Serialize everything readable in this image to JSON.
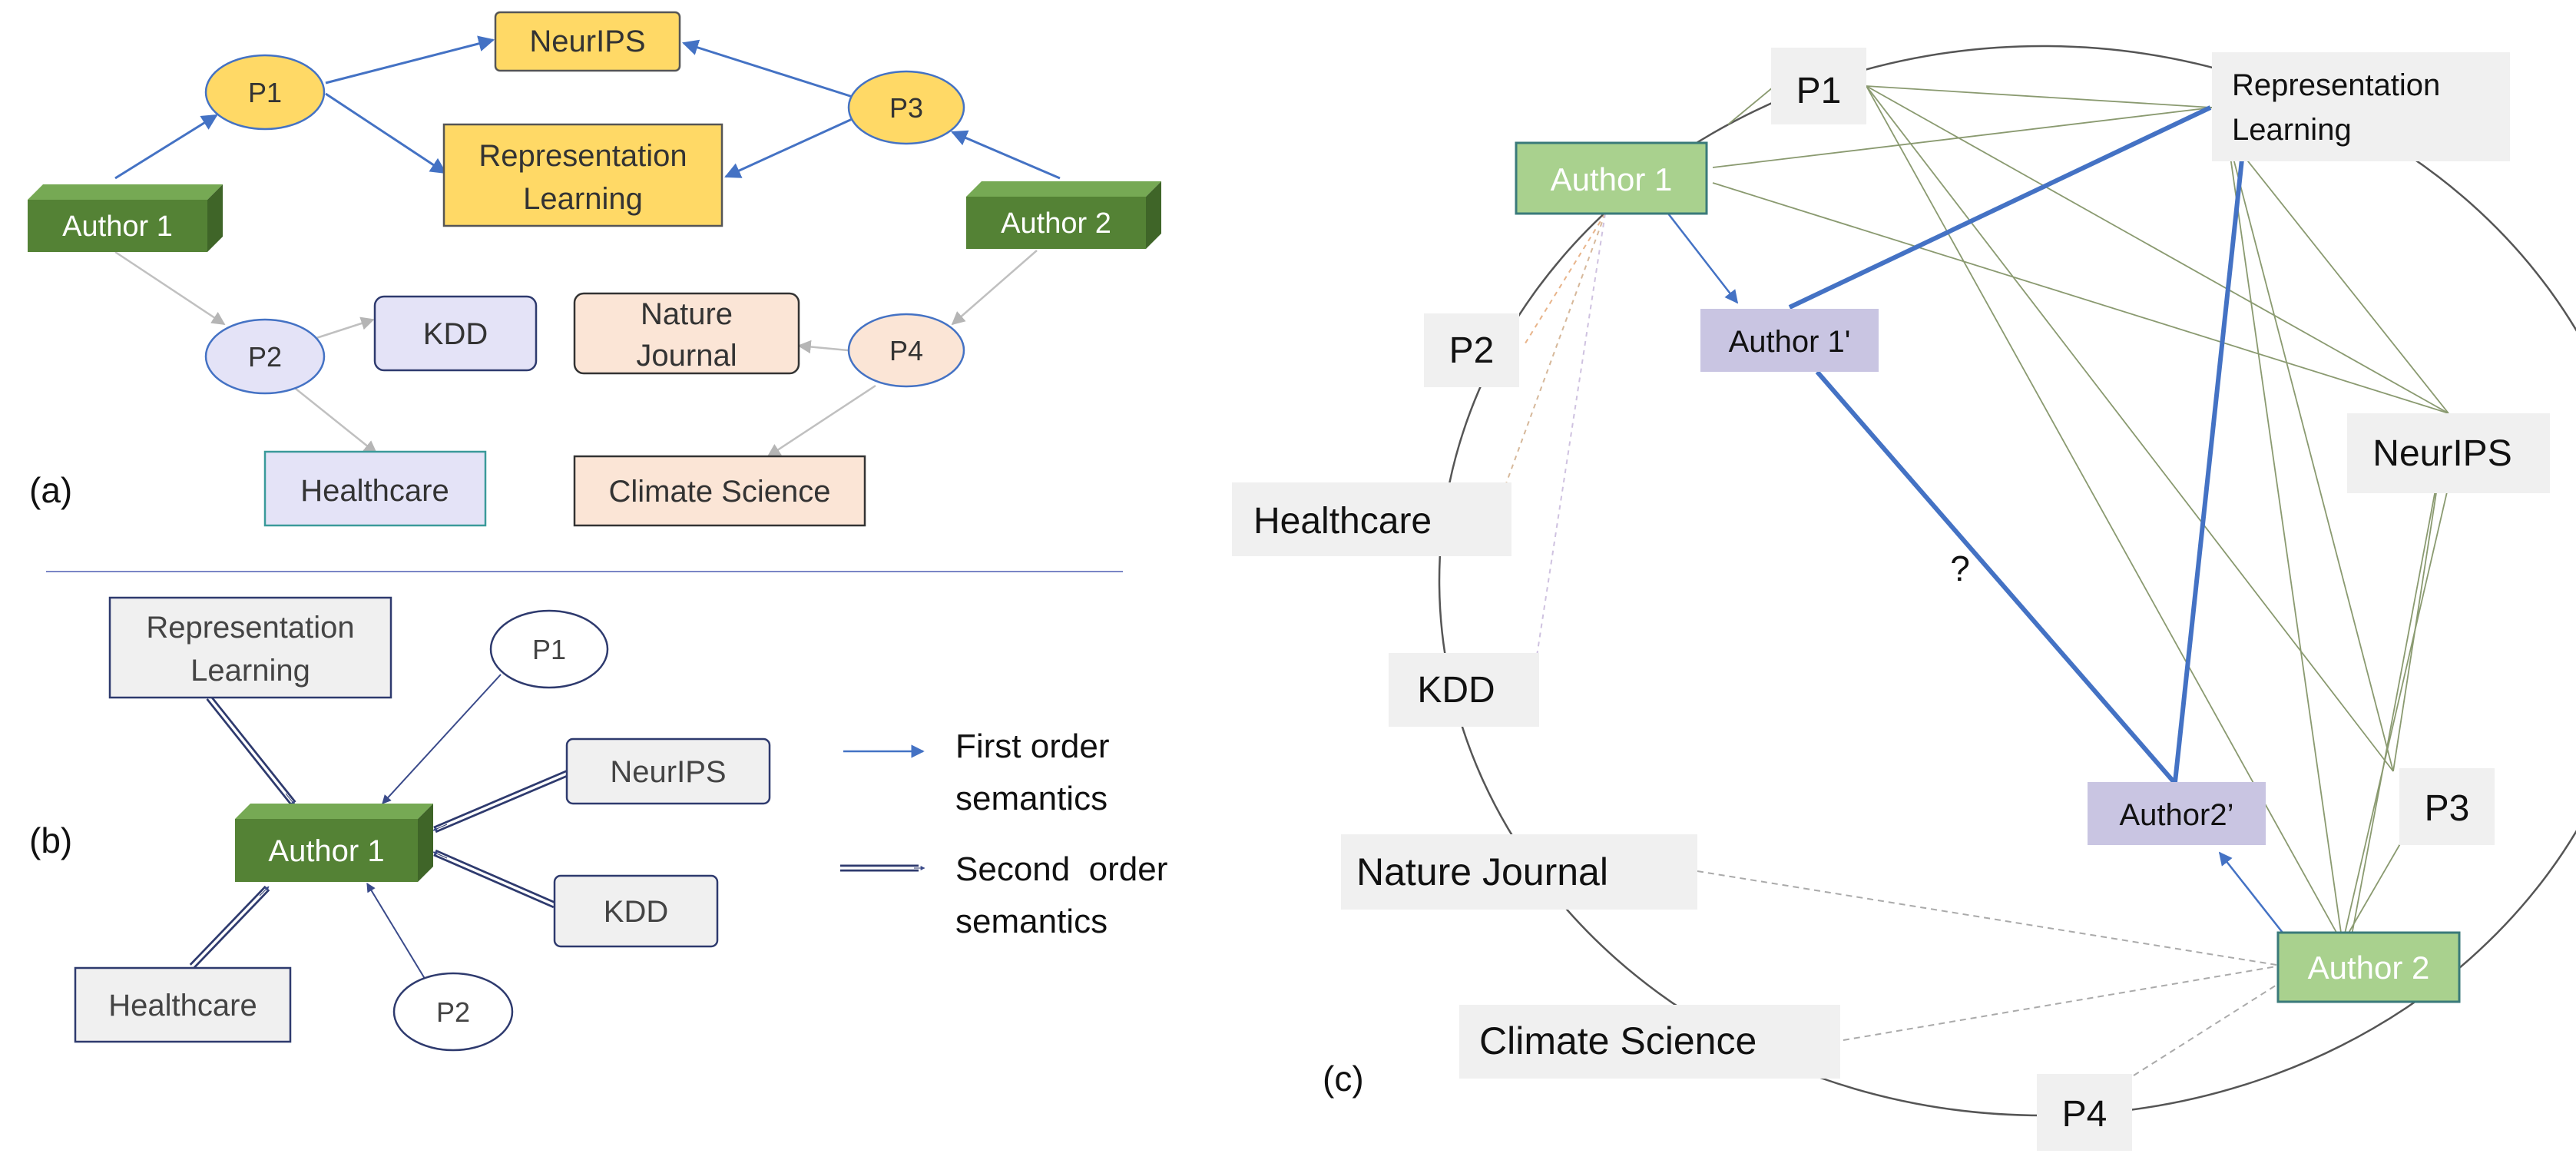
{
  "panel_a": {
    "label": "(a)",
    "author1": "Author 1",
    "author2": "Author 2",
    "p1": "P1",
    "p2": "P2",
    "p3": "P3",
    "p4": "P4",
    "neurips": "NeurIPS",
    "rep_learning_line1": "Representation",
    "rep_learning_line2": "Learning",
    "kdd": "KDD",
    "nature_journal_line1": "Nature",
    "nature_journal_line2": "Journal",
    "healthcare": "Healthcare",
    "climate_science": "Climate Science"
  },
  "panel_b": {
    "label": "(b)",
    "author1": "Author 1",
    "rep_learning_line1": "Representation",
    "rep_learning_line2": "Learning",
    "p1": "P1",
    "p2": "P2",
    "neurips": "NeurIPS",
    "kdd": "KDD",
    "healthcare": "Healthcare",
    "legend_first_line1": "First order",
    "legend_first_line2": "semantics",
    "legend_second_line1": "Second  order",
    "legend_second_line2": "semantics"
  },
  "panel_c": {
    "label": "(c)",
    "p1": "P1",
    "rep_learning_line1": "Representation",
    "rep_learning_line2": "Learning",
    "author1": "Author 1",
    "author1_prime": "Author 1'",
    "p2": "P2",
    "neurips": "NeurIPS",
    "healthcare": "Healthcare",
    "question": "?",
    "kdd": "KDD",
    "p3": "P3",
    "author2_prime": "Author2’",
    "nature_journal": "Nature Journal",
    "author2": "Author 2",
    "climate_science": "Climate Science",
    "p4": "P4"
  },
  "colors": {
    "author_green": "#548235",
    "author_light_green": "#a9d18e",
    "paper_yellow": "#ffd966",
    "venue_yellow": "#ffe699",
    "lavender": "#e4e3f7",
    "peach": "#fbe5d6",
    "gray_box": "#f0f0f0",
    "edge_blue": "#4472c4",
    "prime_purple": "#c9c5e2"
  }
}
